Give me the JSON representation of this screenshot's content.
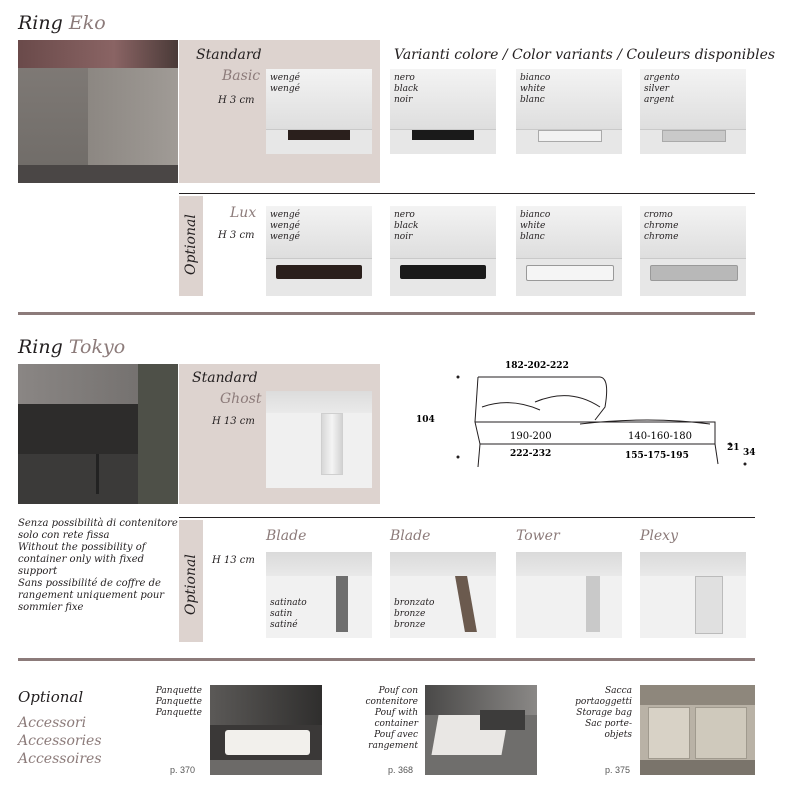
{
  "section1": {
    "title_main": "Ring",
    "title_accent": "Eko",
    "standard_label": "Standard",
    "standard_variant": "Basic",
    "height": "H 3 cm",
    "variants_header": "Varianti colore / Color variants / Couleurs disponibles",
    "standard_swatches": [
      {
        "lines": [
          "wengé",
          "wengé"
        ],
        "foot": "#2a1f1c"
      },
      {
        "lines": [
          "nero",
          "black",
          "noir"
        ],
        "foot": "#1a1a1a"
      },
      {
        "lines": [
          "bianco",
          "white",
          "blanc"
        ],
        "foot": "#f2f2f2"
      },
      {
        "lines": [
          "argento",
          "silver",
          "argent"
        ],
        "foot": "#c9c9c9"
      }
    ],
    "optional_label": "Optional",
    "optional_variant": "Lux",
    "optional_height": "H 3 cm",
    "optional_swatches": [
      {
        "lines": [
          "wengé",
          "wengé",
          "wengé"
        ],
        "foot": "#2a1f1c"
      },
      {
        "lines": [
          "nero",
          "black",
          "noir"
        ],
        "foot": "#1a1a1a"
      },
      {
        "lines": [
          "bianco",
          "white",
          "blanc"
        ],
        "foot": "#f5f5f5"
      },
      {
        "lines": [
          "cromo",
          "chrome",
          "chrome"
        ],
        "foot": "#b8b8b8"
      }
    ]
  },
  "section2": {
    "title_main": "Ring",
    "title_accent": "Tokyo",
    "standard_label": "Standard",
    "standard_variant": "Ghost",
    "height": "H 13 cm",
    "note": [
      "Senza possibilità di contenitore",
      "solo con rete fissa",
      "Without the possibility of",
      "container only with fixed support",
      "Sans possibilité de coffre de",
      "rangement uniquement pour",
      "sommier fixe"
    ],
    "dimensions": {
      "top": "182-202-222",
      "height": "104",
      "inner_left": "190-200",
      "inner_right": "140-160-180",
      "bottom_left": "222-232",
      "bottom_right": "155-175-195",
      "side_a": "21",
      "side_b": "34"
    },
    "optional_label": "Optional",
    "optional_height": "H 13 cm",
    "feet": [
      {
        "name": "Blade",
        "lines": [
          "satinato",
          "satin",
          "satiné"
        ]
      },
      {
        "name": "Blade",
        "lines": [
          "bronzato",
          "bronze",
          "bronze"
        ]
      },
      {
        "name": "Tower",
        "lines": []
      },
      {
        "name": "Plexy",
        "lines": []
      }
    ]
  },
  "accessories": {
    "title": "Optional",
    "sub": [
      "Accessori",
      "Accessories",
      "Accessoires"
    ],
    "items": [
      {
        "lines": [
          "Panquette",
          "Panquette",
          "Panquette"
        ],
        "page": "p. 370"
      },
      {
        "lines": [
          "Pouf con",
          "contenitore",
          "Pouf with",
          "container",
          "Pouf avec",
          "rangement"
        ],
        "page": "p. 368"
      },
      {
        "lines": [
          "Sacca",
          "portaoggetti",
          "Storage bag",
          "Sac porte-objets"
        ],
        "page": "p. 375"
      }
    ]
  },
  "colors": {
    "panel": "#ddd3cf",
    "accent": "#8c7b7a",
    "rule": "#8c7b7a"
  }
}
